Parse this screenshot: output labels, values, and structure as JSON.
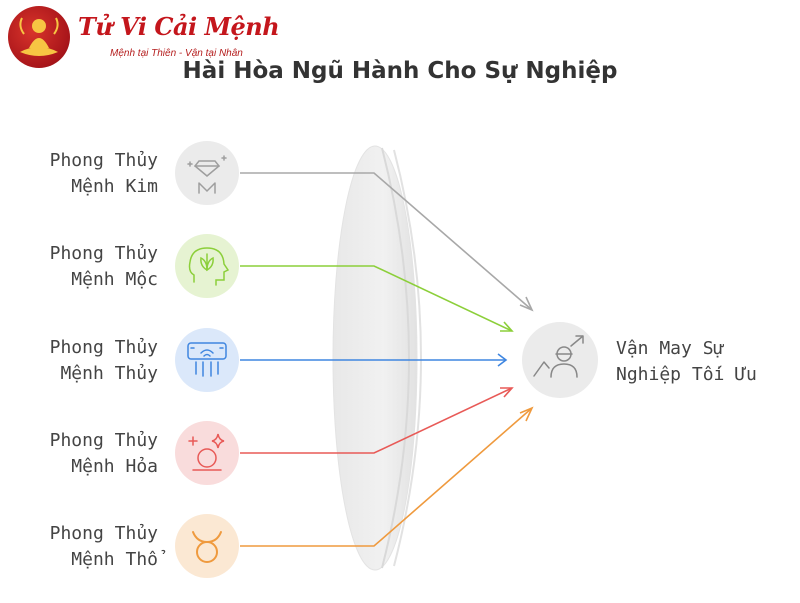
{
  "brand": {
    "name": "Tử Vi Cải Mệnh",
    "tagline": "Mệnh tại Thiên - Vận tại Nhân"
  },
  "title": "Hài Hòa Ngũ Hành Cho Sự Nghiệp",
  "inputs": [
    {
      "line1": "Phong Thủy",
      "line2": "Mệnh Kim",
      "icon": "diamond-person-icon",
      "color": "#9e9e9e",
      "bg": "#ebebeb"
    },
    {
      "line1": "Phong Thủy",
      "line2": "Mệnh Mộc",
      "icon": "leaf-head-icon",
      "color": "#8ccf3a",
      "bg": "#e6f3d2"
    },
    {
      "line1": "Phong Thủy",
      "line2": "Mệnh Thủy",
      "icon": "water-rain-icon",
      "color": "#3f86e0",
      "bg": "#dbe8fa"
    },
    {
      "line1": "Phong Thủy",
      "line2": "Mệnh Hỏa",
      "icon": "sparkle-orb-icon",
      "color": "#e85a57",
      "bg": "#f9dcdc"
    },
    {
      "line1": "Phong Thủy",
      "line2": "Mệnh Thổ",
      "icon": "taurus-icon",
      "color": "#ef9a3e",
      "bg": "#fbe8d3"
    }
  ],
  "output": {
    "line1": "Vận May Sự",
    "line2": "Nghiệp Tối Ưu",
    "icon": "career-growth-icon",
    "bg": "#ebebeb"
  }
}
